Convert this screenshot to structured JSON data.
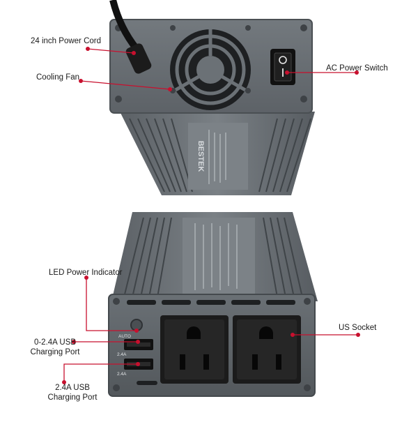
{
  "labels": {
    "power_cord": "24 inch Power Cord",
    "cooling_fan": "Cooling Fan",
    "ac_switch": "AC Power Switch",
    "led_indicator": "LED Power Indicator",
    "usb_port_1_line1": "0-2.4A USB",
    "usb_port_1_line2": "Charging Port",
    "usb_port_2_line1": "2.4A USB",
    "usb_port_2_line2": "Charging Port",
    "us_socket": "US Socket"
  },
  "device_text": {
    "brand": "BESTEK",
    "usb_top_marking": "AUTO",
    "usb_amp_1": "2.4A",
    "usb_amp_2": "2.4A"
  },
  "colors": {
    "accent": "#c8102e",
    "housing": "#6e7479",
    "housing_dark": "#4a4f53",
    "socket_black": "#1b1b1b"
  }
}
